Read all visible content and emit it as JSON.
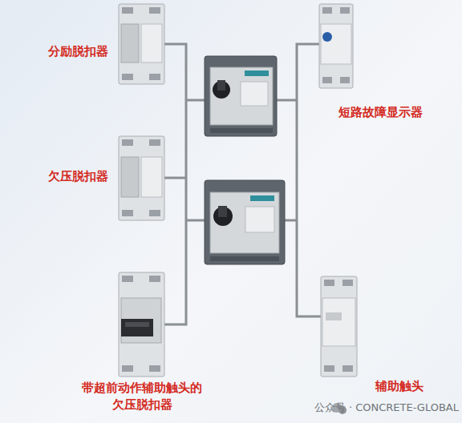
{
  "diagram": {
    "nodes": [
      {
        "text": [
          "分励脱扣器"
        ]
      },
      {
        "text": [
          "欠压脱扣器"
        ]
      },
      {
        "text": [
          "带超前动作辅助触头的 欠压脱扣器"
        ]
      },
      {
        "text": [
          "短路故障显示器"
        ]
      },
      {
        "text": [
          "辅助触头"
        ]
      }
    ],
    "labels": [
      "公众号 · CONCRETE-GLOBAL"
    ]
  }
}
